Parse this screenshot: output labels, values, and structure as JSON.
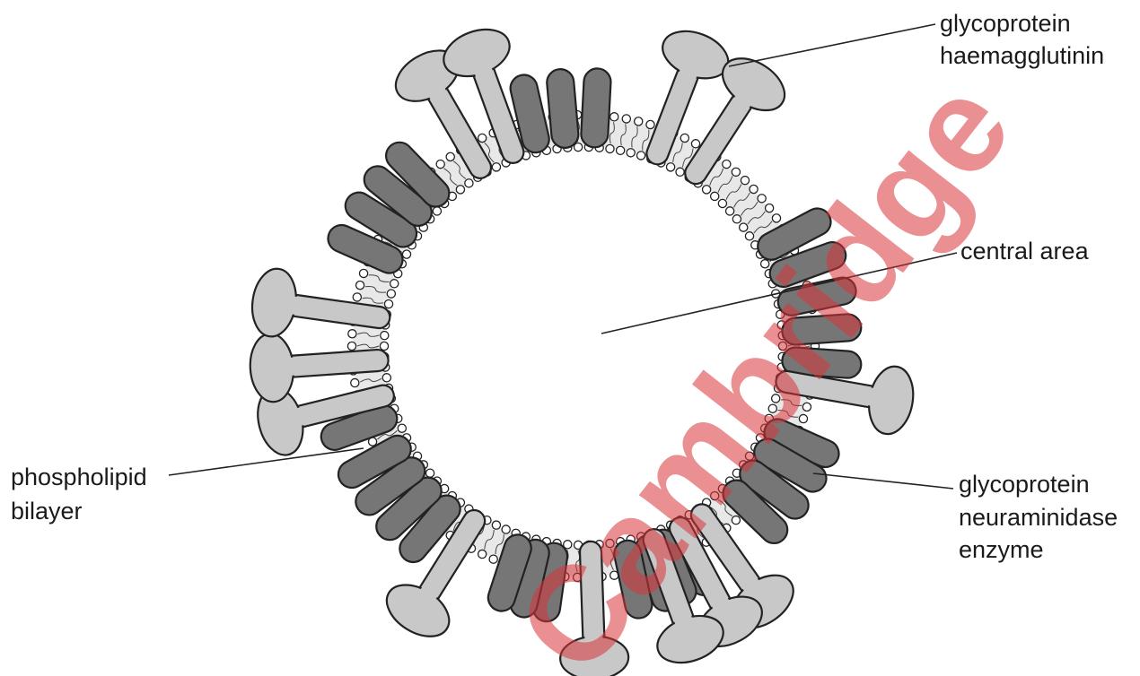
{
  "diagram": {
    "labels": {
      "haemagglutinin": [
        "glycoprotein",
        "haemagglutinin"
      ],
      "central_area": "central area",
      "phospholipid": [
        "phospholipid",
        "bilayer"
      ],
      "neuraminidase": [
        "glycoprotein",
        "neuraminidase",
        "enzyme"
      ]
    },
    "watermark": "Cambridge",
    "colors": {
      "haemagglutinin_fill": "#c8c8c8",
      "neuraminidase_fill": "#767676",
      "outline": "#222222",
      "watermark": "#d9343a"
    }
  }
}
